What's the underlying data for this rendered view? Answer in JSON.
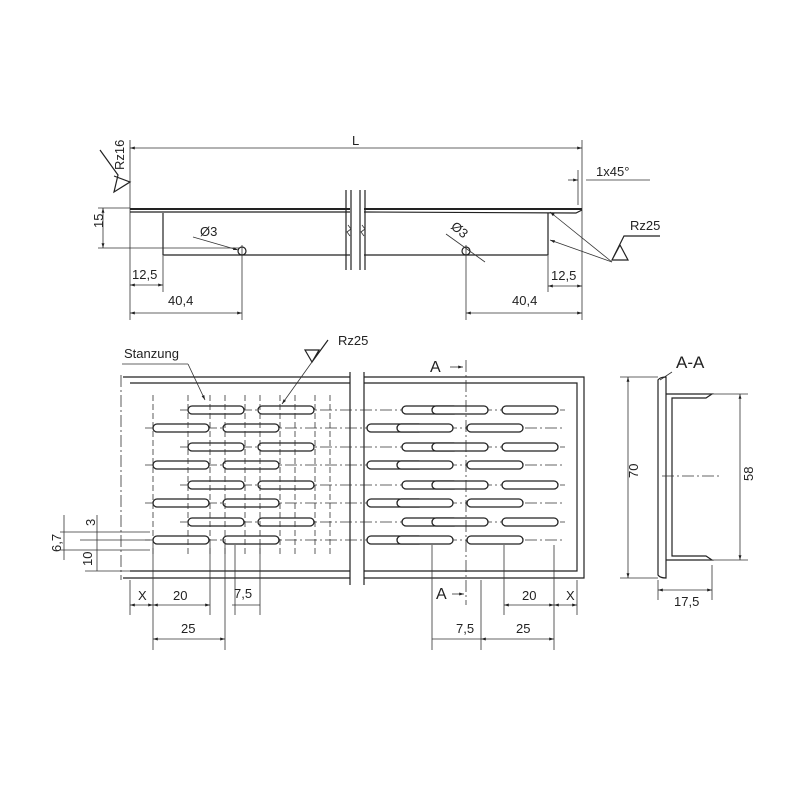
{
  "side_view": {
    "length_label": "L",
    "chamfer_label": "1x45°",
    "roughness_left": "Rz16",
    "roughness_right": "Rz25",
    "height_label": "15",
    "hole_left_label": "Ø3",
    "hole_right_label": "Ø3",
    "offset_left_label": "12,5",
    "offset_right_label": "12,5",
    "hole_dist_left_label": "40,4",
    "hole_dist_right_label": "40,4"
  },
  "front_view": {
    "punching_label": "Stanzung",
    "roughness_label": "Rz25",
    "section_mark_top": "A",
    "section_mark_bottom": "A",
    "dim_row_pitch": "6,7",
    "dim_slot_width": "3",
    "dim_edge": "10",
    "dim_x_left": "X",
    "dim_slot_len_left": "20",
    "dim_gap_left": "7,5",
    "dim_pitch_left": "25",
    "dim_gap_right": "7,5",
    "dim_pitch_right": "25",
    "dim_slot_len_right": "20",
    "dim_x_right": "X"
  },
  "section_view": {
    "title": "A-A",
    "dim_outer_height": "70",
    "dim_inner_height": "58",
    "dim_depth": "17,5"
  }
}
